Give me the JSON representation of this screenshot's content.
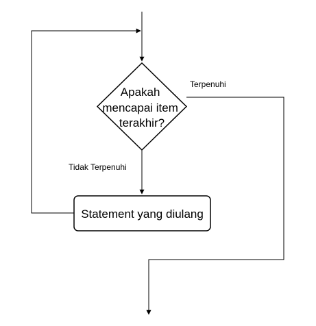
{
  "flowchart": {
    "decision": {
      "lines": [
        "Apakah",
        "mencapai item",
        "terakhir?"
      ]
    },
    "process": {
      "label": "Statement yang diulang"
    },
    "edges": {
      "yes_label": "Terpenuhi",
      "no_label": "Tidak Terpenuhi"
    }
  },
  "colors": {
    "stroke": "#000000",
    "background": "#ffffff",
    "text": "#000000"
  }
}
